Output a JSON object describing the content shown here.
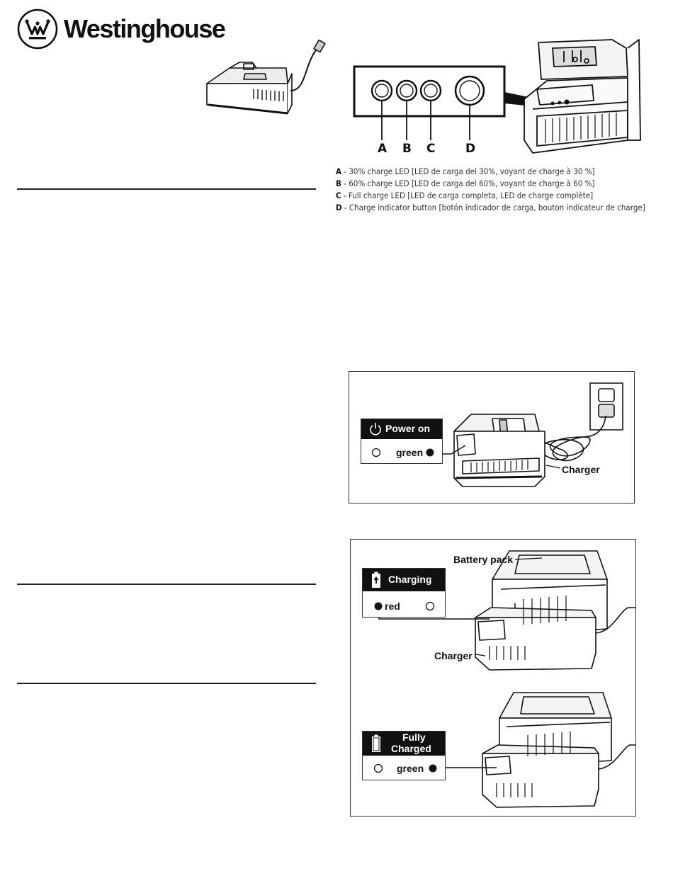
{
  "brand": {
    "name": "Westinghouse"
  },
  "led_legend": [
    {
      "letter": "A",
      "text": "30% charge LED [LED de carga del 30%, voyant de charge à 30 %]"
    },
    {
      "letter": "B",
      "text": "60% charge LED [LED de carga del 60%, voyant de charge à 60 %]"
    },
    {
      "letter": "C",
      "text": "Full charge LED [LED de carga completa, LED de charge complète]"
    },
    {
      "letter": "D",
      "text": "Charge indicator button [botón indicador de carga, bouton indicateur de charge]"
    }
  ],
  "diagram_letters": [
    "A",
    "B",
    "C",
    "D"
  ],
  "power_on": {
    "title": "Power on",
    "color": "green",
    "callout": "Charger"
  },
  "charging": {
    "title": "Charging",
    "color": "red",
    "callout_pack": "Battery pack",
    "callout_charger": "Charger"
  },
  "fully_charged": {
    "title_line1": "Fully",
    "title_line2": "Charged",
    "color": "green"
  }
}
